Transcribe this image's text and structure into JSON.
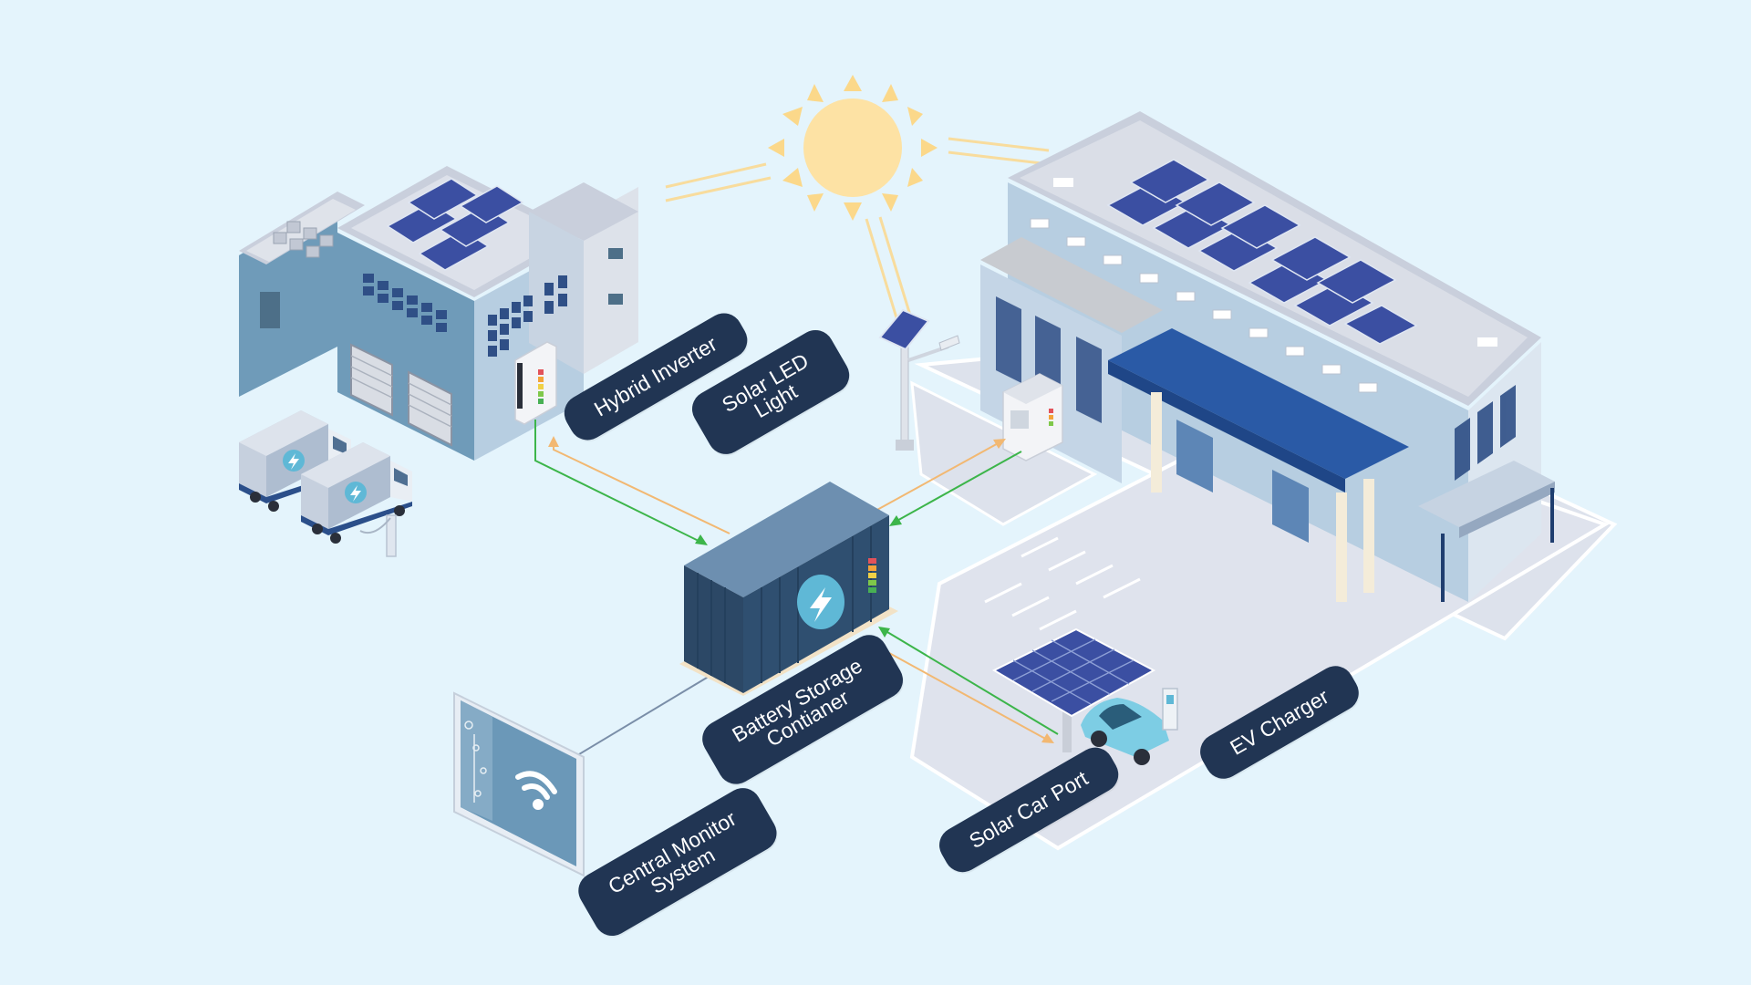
{
  "colors": {
    "background": "#e4f4fc",
    "label_bg": "#213553",
    "label_text": "#ffffff",
    "flow_green": "#3cb54a",
    "flow_orange": "#f2b872",
    "monitor_link": "#7a8ea8",
    "sun": "#fde2a4",
    "sun_rays": "#f8dc9d",
    "solar_panel": "#3b4fa2",
    "canopy_blue": "#2a5aa6",
    "battery_dark": "#2c4866",
    "battery_light": "#5c85a8",
    "lightning_badge": "#5fb8d6"
  },
  "icons": {
    "sun": "sun-icon",
    "battery_badge": "lightning-bolt-icon",
    "monitor_badge": "wifi-icon",
    "truck_badge": "lightning-bolt-icon"
  },
  "labels": {
    "hybrid_inverter": {
      "lines": [
        "Hybrid Inverter"
      ]
    },
    "solar_led_light": {
      "lines": [
        "Solar LED",
        "Light"
      ]
    },
    "battery_storage": {
      "lines": [
        "Battery Storage",
        "Contianer"
      ]
    },
    "central_monitor": {
      "lines": [
        "Central Monitor",
        "System"
      ]
    },
    "solar_car_port": {
      "lines": [
        "Solar Car Port"
      ]
    },
    "ev_charger": {
      "lines": [
        "EV Charger"
      ]
    }
  }
}
